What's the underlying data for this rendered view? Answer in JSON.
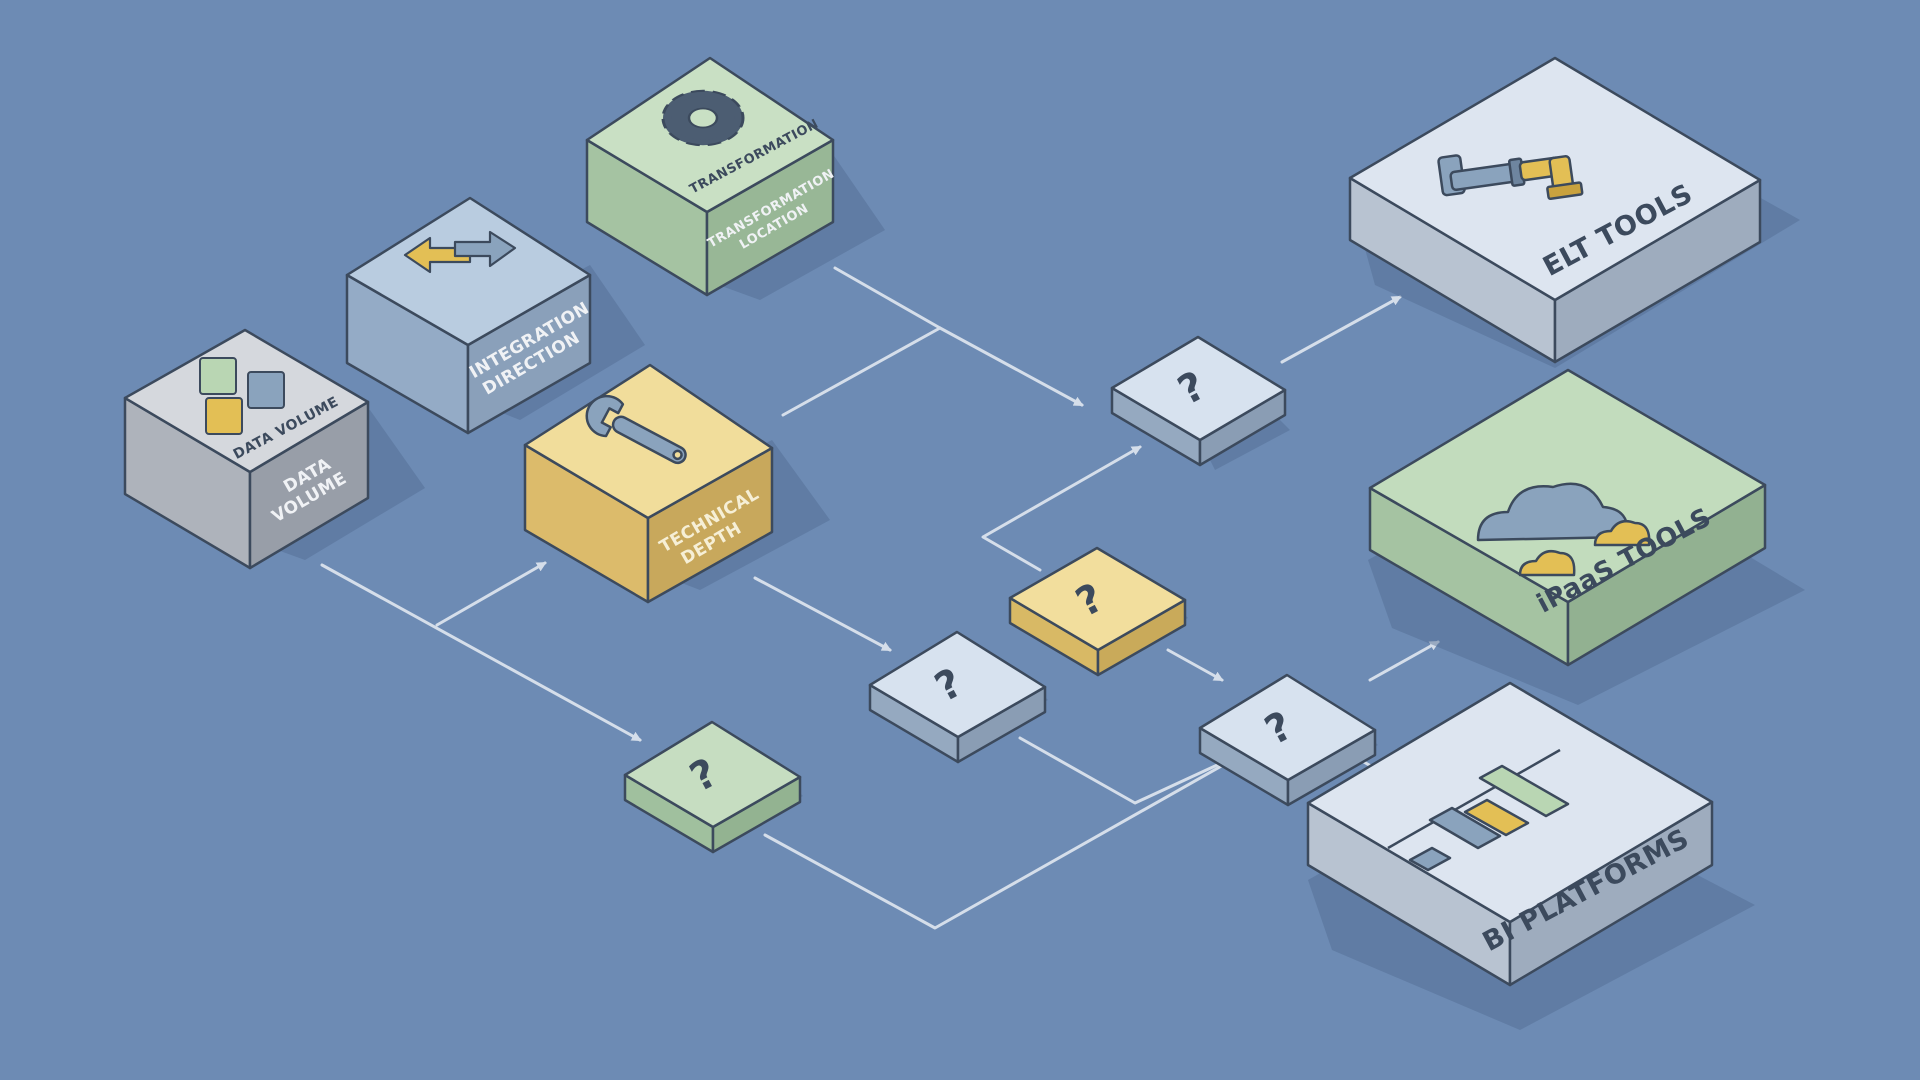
{
  "diagram": {
    "colors": {
      "background": "#6d8bb4",
      "connector": "#d5deea",
      "grey": "#c9ccd2",
      "blue": "#a7bdd6",
      "green": "#b9d6b3",
      "yellow": "#ecd692",
      "light": "#dde5f0",
      "outline": "#3c4a5d",
      "icon_dark": "#4c5d72",
      "icon_yellow": "#e3bf55"
    },
    "factors": {
      "data_volume": {
        "top_label": "DATA VOLUME",
        "front_label_1": "DATA",
        "front_label_2": "VOLUME",
        "icon": "cubes-icon"
      },
      "integration_direction": {
        "front_label_1": "INTEGRATION",
        "front_label_2": "DIRECTION",
        "icon": "two-way-arrows-icon"
      },
      "transformation_location": {
        "top_label": "TRANSFORMATION",
        "front_label_1": "TRANSFORMATION",
        "front_label_2": "LOCATION",
        "icon": "gear-icon"
      },
      "technical_depth": {
        "front_label_1": "TECHNICAL",
        "front_label_2": "DEPTH",
        "icon": "wrench-icon"
      }
    },
    "decisions": [
      {
        "id": "q-green",
        "label": "?"
      },
      {
        "id": "q-mid",
        "label": "?"
      },
      {
        "id": "q-yellow",
        "label": "?"
      },
      {
        "id": "q-top",
        "label": "?"
      },
      {
        "id": "q-right",
        "label": "?"
      }
    ],
    "outcomes": {
      "elt": {
        "label": "ELT TOOLS",
        "icon": "pipe-icon"
      },
      "ipaas": {
        "label": "iPaaS TOOLS",
        "icon": "cloud-icon"
      },
      "bi": {
        "label": "BI PLATFORMS",
        "icon": "bar-chart-icon"
      }
    }
  }
}
